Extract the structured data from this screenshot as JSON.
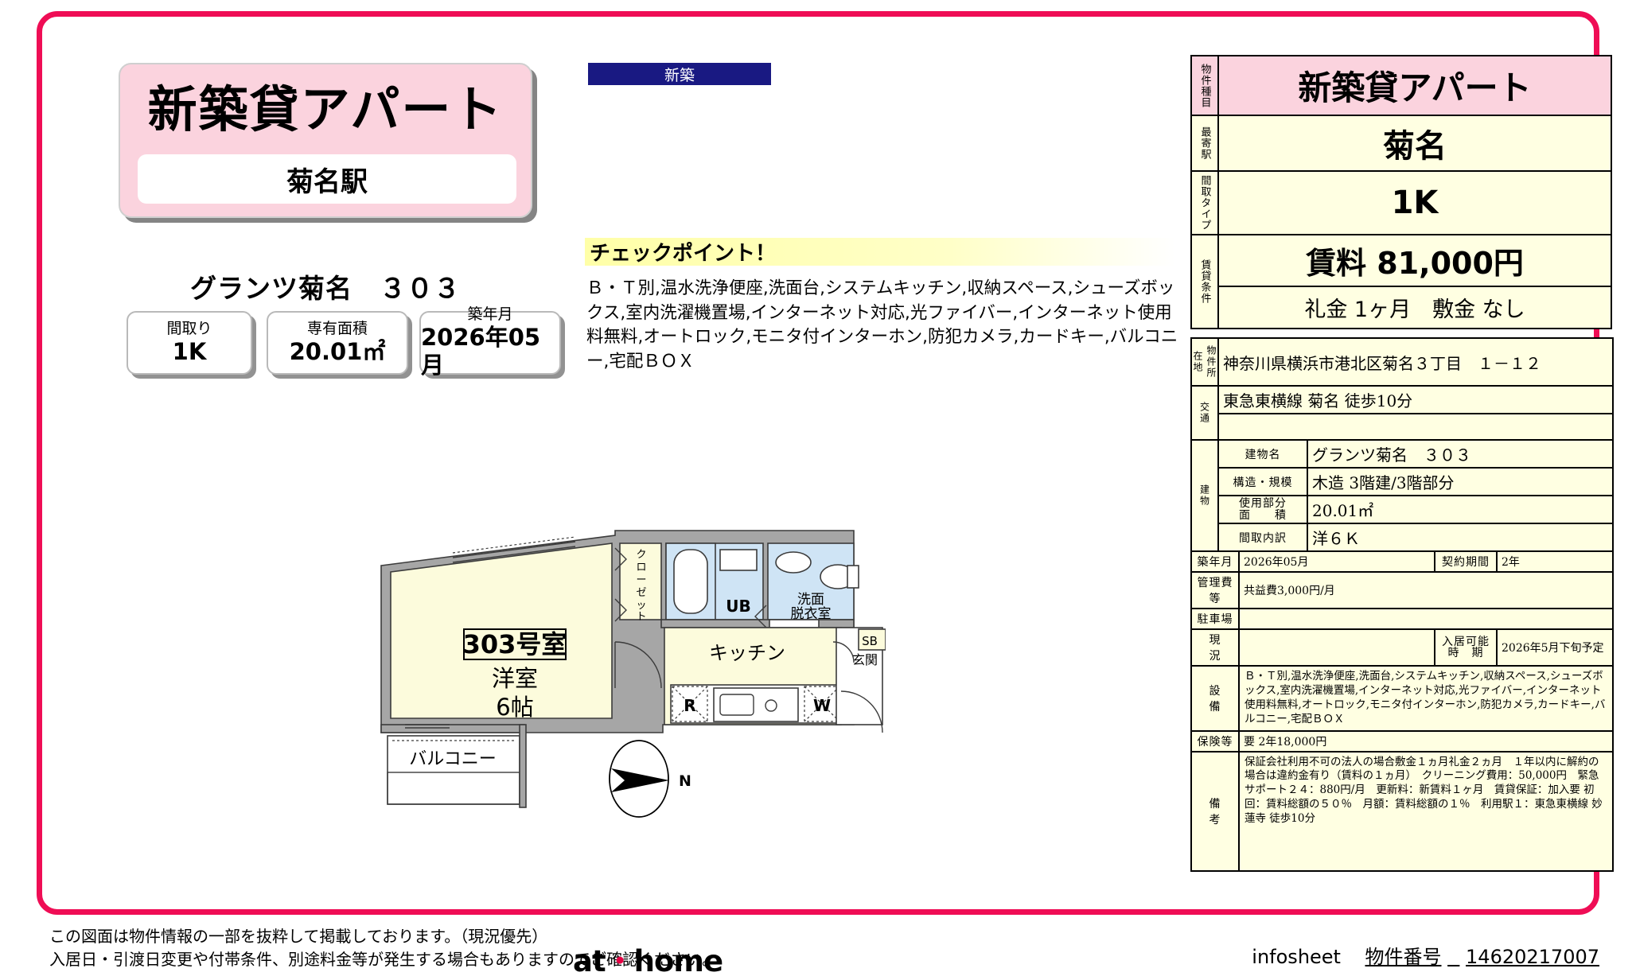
{
  "header": {
    "title_main": "新築貸アパート",
    "station_pill": "菊名駅",
    "building_name": "グランツ菊名　３０３",
    "stats": [
      {
        "label": "間取り",
        "value": "1K"
      },
      {
        "label": "専有面積",
        "value": "20.01㎡"
      },
      {
        "label": "築年月",
        "value": "2026年05月"
      }
    ]
  },
  "center": {
    "new_ribbon": "新築",
    "checkpoint_title": "チェックポイント！",
    "checkpoint_body": "Ｂ・Ｔ別,温水洗浄便座,洗面台,システムキッチン,収納スペース,シューズボックス,室内洗濯機置場,インターネット対応,光ファイバー,インターネット使用料無料,オートロック,モニタ付インターホン,防犯カメラ,カードキー,バルコニー,宅配ＢＯＸ"
  },
  "floorplan": {
    "room_number": "303号室",
    "room_type": "洋室",
    "room_size": "6帖",
    "closet": "クローゼット",
    "unit_bath": "UB",
    "washroom": "洗面\n脱衣室",
    "kitchen": "キッチン",
    "entrance": "玄関",
    "shoe_box": "SB",
    "fridge": "R",
    "washer": "W",
    "balcony": "バルコニー",
    "compass": "N"
  },
  "right_panel": {
    "headline": {
      "rows": [
        {
          "label": "物件種目",
          "value": "新築貸アパート"
        },
        {
          "label": "最寄駅",
          "value": "菊名"
        },
        {
          "label": "間取タイプ",
          "value": "1K"
        },
        {
          "label": "賃貸条件",
          "value_rent": "賃料 81,000円",
          "value_cond": "礼金 1ヶ月　敷金 なし"
        }
      ]
    },
    "details": {
      "address_label": "物件所在地",
      "address_value": "神奈川県横浜市港北区菊名３丁目　１－１２",
      "access_label": "交通",
      "access_value_1": "東急東横線 菊名 徒歩10分",
      "access_value_2": "",
      "building_label": "建物",
      "building_name_label": "建物名",
      "building_name_value": "グランツ菊名　３０３",
      "structure_label": "構造・規模",
      "structure_value": "木造 3階建/3階部分",
      "area_label_1": "使用部分",
      "area_label_2": "面　　積",
      "area_value": "20.01㎡",
      "layout_label": "間取内訳",
      "layout_value": "洋６Ｋ",
      "built_label": "築年月",
      "built_value": "2026年05月",
      "contract_label": "契約期間",
      "contract_value": "2年",
      "mgmt_label": "管理費等",
      "mgmt_value": "共益費3,000円/月",
      "parking_label": "駐車場",
      "parking_value": "",
      "status_label": "現　　況",
      "status_value": "",
      "movein_label_1": "入居可能",
      "movein_label_2": "時　期",
      "movein_value": "2026年5月下旬予定",
      "equipment_label": "設　　備",
      "equipment_value": "Ｂ・Ｔ別,温水洗浄便座,洗面台,システムキッチン,収納スペース,シューズボックス,室内洗濯機置場,インターネット対応,光ファイバー,インターネット使用料無料,オートロック,モニタ付インターホン,防犯カメラ,カードキー,バルコニー,宅配ＢＯＸ",
      "insurance_label": "保険等",
      "insurance_value": "要 2年18,000円",
      "notes_label": "備　　考",
      "notes_value": "保証会社利用不可の法人の場合敷金１ヵ月礼金２ヵ月　１年以内に解約の場合は違約金有り（賃料の１ヵ月）　クリーニング費用：50,000円　緊急サポート２４：880円/月　更新料：新賃料１ヶ月　賃貸保証：加入要 初回：賃料総額の５０％　月額：賃料総額の１％　利用駅１：東急東横線 妙蓮寺 徒歩10分"
    }
  },
  "footer": {
    "disclaimer": "この図面は物件情報の一部を抜粋して掲載しております。（現況優先）\n入居日・引渡日変更や付帯条件、別途料金等が発生する場合もありますのでご確認ください。",
    "logo_at": "at",
    "logo_dot": "・",
    "logo_home": "home",
    "infosheet_label": "infosheet",
    "property_no_label": "物件番号",
    "property_no": "14620217007"
  },
  "colors": {
    "frame": "#ef0d55",
    "pink": "#fbd3de",
    "cream": "#ffffe2",
    "ribbon": "#191982",
    "highlight": "#ffffa8"
  }
}
